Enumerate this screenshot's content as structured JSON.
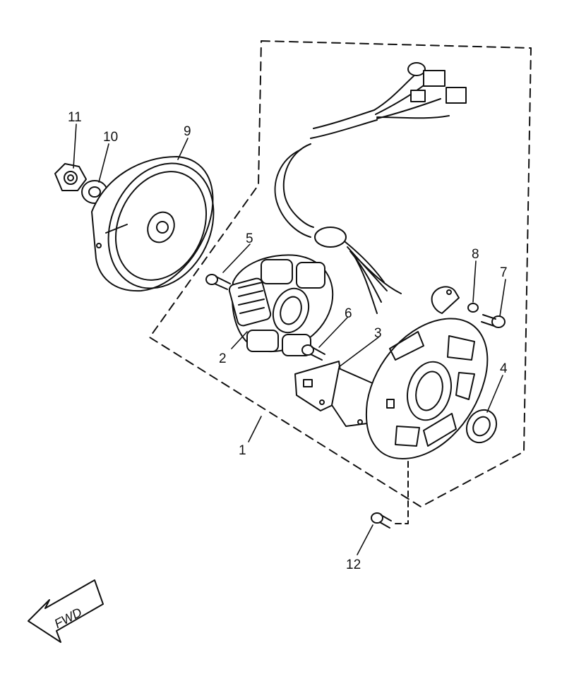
{
  "diagram": {
    "callouts": [
      {
        "id": "1",
        "label": "1"
      },
      {
        "id": "2",
        "label": "2"
      },
      {
        "id": "3",
        "label": "3"
      },
      {
        "id": "4",
        "label": "4"
      },
      {
        "id": "5",
        "label": "5"
      },
      {
        "id": "6",
        "label": "6"
      },
      {
        "id": "7",
        "label": "7"
      },
      {
        "id": "8",
        "label": "8"
      },
      {
        "id": "9",
        "label": "9"
      },
      {
        "id": "10",
        "label": "10"
      },
      {
        "id": "11",
        "label": "11"
      },
      {
        "id": "12",
        "label": "12"
      }
    ],
    "direction_arrow": {
      "label": "FWD"
    },
    "colors": {
      "ink": "#111111",
      "paper": "#ffffff"
    }
  }
}
